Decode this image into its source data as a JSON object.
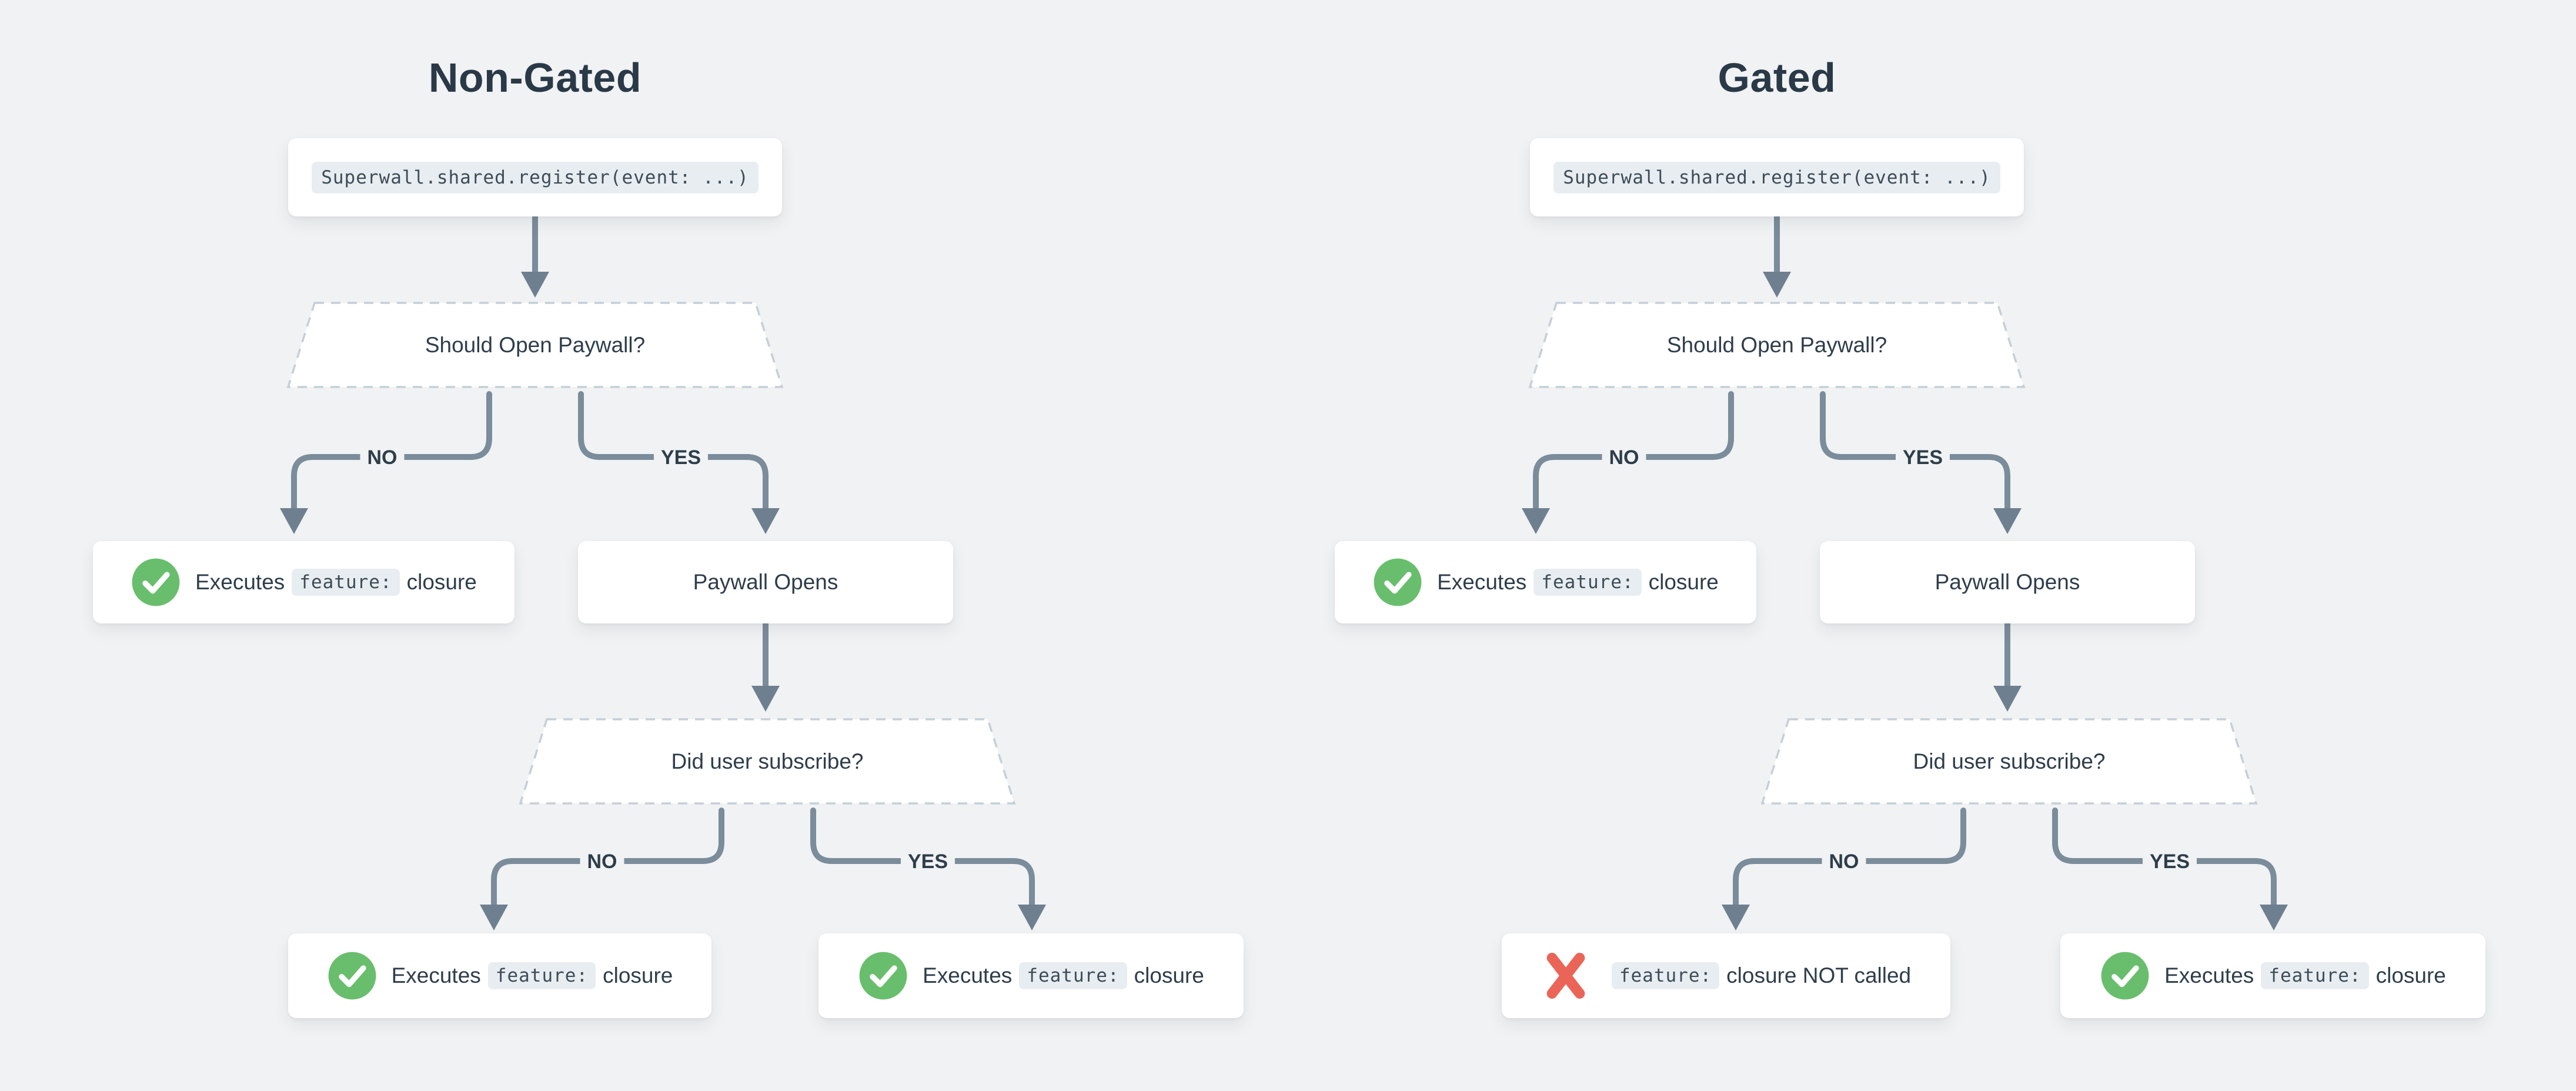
{
  "page_background": "#f0f2f3",
  "palette": {
    "line": "#7b8c9b",
    "arrowhead": "#6e8090",
    "dashed_border": "#c5cfd8",
    "text": "#2e3d4b",
    "chip_background": "#e8edf1",
    "chip_text": "#3d4c57",
    "check_green": "#68be6c",
    "cross_red": "#ea6558",
    "card_background": "#ffffff"
  },
  "charts": [
    {
      "title": "Non-Gated",
      "register_code": "Superwall.shared.register(event: ...)",
      "decision_paywall": "Should Open Paywall?",
      "label_no": "NO",
      "label_yes": "YES",
      "result_no": {
        "icon": "check-icon",
        "pre": "Executes",
        "chip": "feature:",
        "post": "closure"
      },
      "paywall_opens": "Paywall Opens",
      "decision_subscribe": "Did user subscribe?",
      "sub_no": {
        "icon": "check-icon",
        "pre": "Executes",
        "chip": "feature:",
        "post": "closure"
      },
      "sub_yes": {
        "icon": "check-icon",
        "pre": "Executes",
        "chip": "feature:",
        "post": "closure"
      }
    },
    {
      "title": "Gated",
      "register_code": "Superwall.shared.register(event: ...)",
      "decision_paywall": "Should Open Paywall?",
      "label_no": "NO",
      "label_yes": "YES",
      "result_no": {
        "icon": "check-icon",
        "pre": "Executes",
        "chip": "feature:",
        "post": "closure"
      },
      "paywall_opens": "Paywall Opens",
      "decision_subscribe": "Did user subscribe?",
      "sub_no": {
        "icon": "x-icon",
        "pre": "",
        "chip": "feature:",
        "post": "closure NOT called"
      },
      "sub_yes": {
        "icon": "check-icon",
        "pre": "Executes",
        "chip": "feature:",
        "post": "closure"
      }
    }
  ]
}
